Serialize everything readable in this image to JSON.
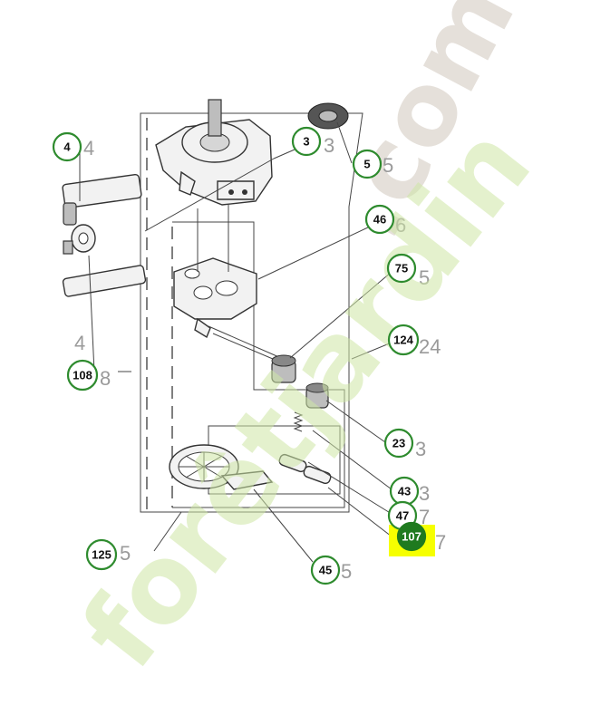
{
  "callouts": [
    {
      "id": "c4",
      "label": "4",
      "active": false
    },
    {
      "id": "c3",
      "label": "3",
      "active": false
    },
    {
      "id": "c5",
      "label": "5",
      "active": false
    },
    {
      "id": "c46",
      "label": "46",
      "active": false
    },
    {
      "id": "c75",
      "label": "75",
      "active": false
    },
    {
      "id": "c124",
      "label": "124",
      "active": false
    },
    {
      "id": "c108",
      "label": "108",
      "active": false
    },
    {
      "id": "c23",
      "label": "23",
      "active": false
    },
    {
      "id": "c43",
      "label": "43",
      "active": false
    },
    {
      "id": "c47",
      "label": "47",
      "active": false
    },
    {
      "id": "c107",
      "label": "107",
      "active": true
    },
    {
      "id": "c125",
      "label": "125",
      "active": false
    },
    {
      "id": "c45",
      "label": "45",
      "active": false
    }
  ],
  "ghost_labels": {
    "g4a": "4",
    "g3": "3",
    "g5": "5",
    "g6": "6",
    "g75": "5",
    "g124": "24",
    "g4b": "4",
    "g108": "8",
    "g23": "3",
    "g43": "3",
    "g47": "7",
    "g107": "7",
    "g125": "5",
    "g45": "5"
  },
  "watermark": {
    "brand": "forêtjardin",
    "tld": ".com",
    "accent_color": "#f5c58a",
    "brand_color": "#cfe7a6"
  },
  "colors": {
    "callout_stroke": "#2e8b2e",
    "callout_active_fill": "#1f7a1f",
    "highlight": "#f6ff00"
  }
}
